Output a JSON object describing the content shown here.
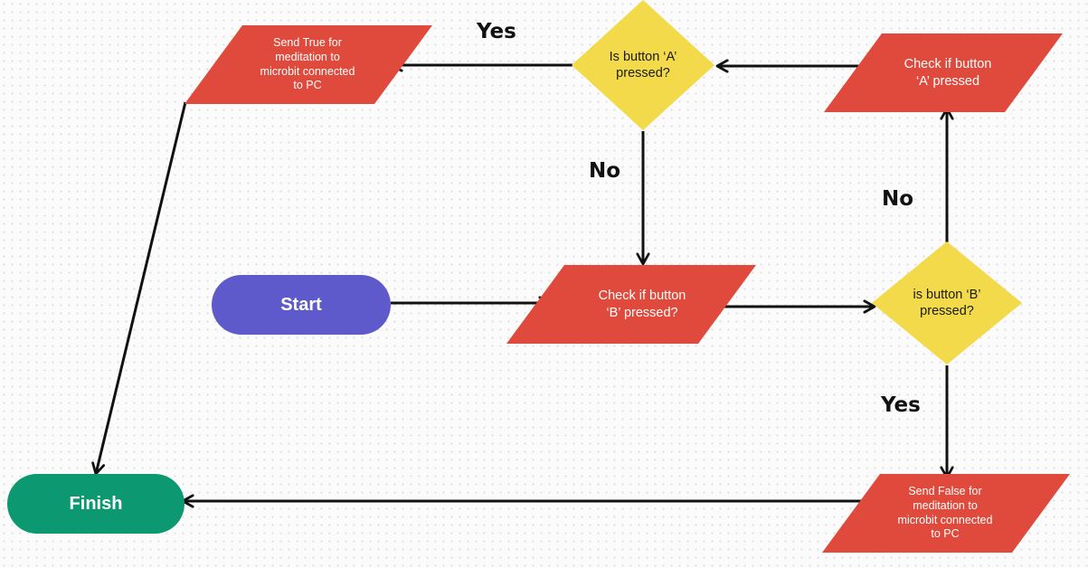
{
  "colors": {
    "start": "#5f5acb",
    "finish": "#0c9870",
    "process": "#df4a3c",
    "decision": "#f2da4b",
    "arrow": "#111111"
  },
  "nodes": {
    "start": {
      "label": "Start"
    },
    "finish": {
      "label": "Finish"
    },
    "check_b": {
      "lines": [
        "Check if button",
        "‘B’ pressed?"
      ]
    },
    "is_b_pressed": {
      "lines": [
        "is button ‘B’",
        "pressed?"
      ]
    },
    "check_a": {
      "lines": [
        "Check if button",
        "‘A’ pressed"
      ]
    },
    "is_a_pressed": {
      "lines": [
        "Is button ‘A’",
        "pressed?"
      ]
    },
    "send_true": {
      "lines": [
        "Send True for",
        "meditation to",
        "microbit connected",
        "to PC"
      ]
    },
    "send_false": {
      "lines": [
        "Send False for",
        "meditation to",
        "microbit connected",
        "to PC"
      ]
    }
  },
  "edge_labels": {
    "a_yes": "Yes",
    "a_no": "No",
    "b_no": "No",
    "b_yes": "Yes"
  }
}
